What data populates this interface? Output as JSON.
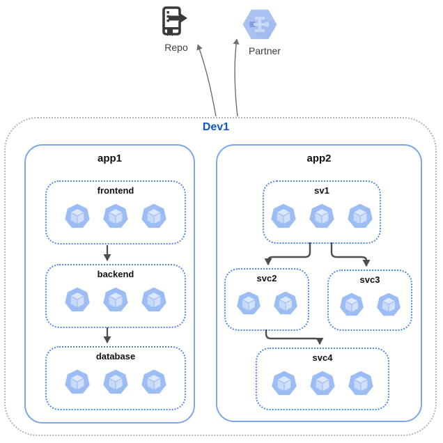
{
  "diagram": {
    "external": [
      {
        "id": "repo",
        "label": "Repo",
        "icon": "source-repository-icon"
      },
      {
        "id": "partner",
        "label": "Partner",
        "icon": "partner-hexagon-icon"
      }
    ],
    "environment": {
      "label": "Dev1",
      "apps": [
        {
          "label": "app1",
          "services": [
            {
              "label": "frontend",
              "pods": 3
            },
            {
              "label": "backend",
              "pods": 3
            },
            {
              "label": "database",
              "pods": 3
            }
          ]
        },
        {
          "label": "app2",
          "services": [
            {
              "label": "sv1",
              "pods": 3
            },
            {
              "label": "svc2",
              "pods": 2
            },
            {
              "label": "svc3",
              "pods": 2
            },
            {
              "label": "svc4",
              "pods": 3
            }
          ]
        }
      ]
    },
    "connections": [
      {
        "from": "frontend",
        "to": "backend"
      },
      {
        "from": "backend",
        "to": "database"
      },
      {
        "from": "sv1",
        "to": "svc2"
      },
      {
        "from": "sv1",
        "to": "svc3"
      },
      {
        "from": "svc2",
        "to": "svc4"
      },
      {
        "from": "Dev1",
        "to": "Repo"
      },
      {
        "from": "Dev1",
        "to": "Partner"
      }
    ],
    "colors": {
      "environment_border": "#b3b3b3",
      "app_border": "#7ba7ea",
      "service_border": "#4f86e8",
      "pod_fill": "#9cbdf3",
      "pod_cube_top": "#dde8fb",
      "pod_cube_left": "#c9daf8",
      "pod_cube_right": "#d3e0fa",
      "arrow": "#4d4d4d",
      "env_label": "#1155cc",
      "partner_hexagon": "#a9c2f2",
      "repo_icon": "#3a3a3a"
    }
  }
}
